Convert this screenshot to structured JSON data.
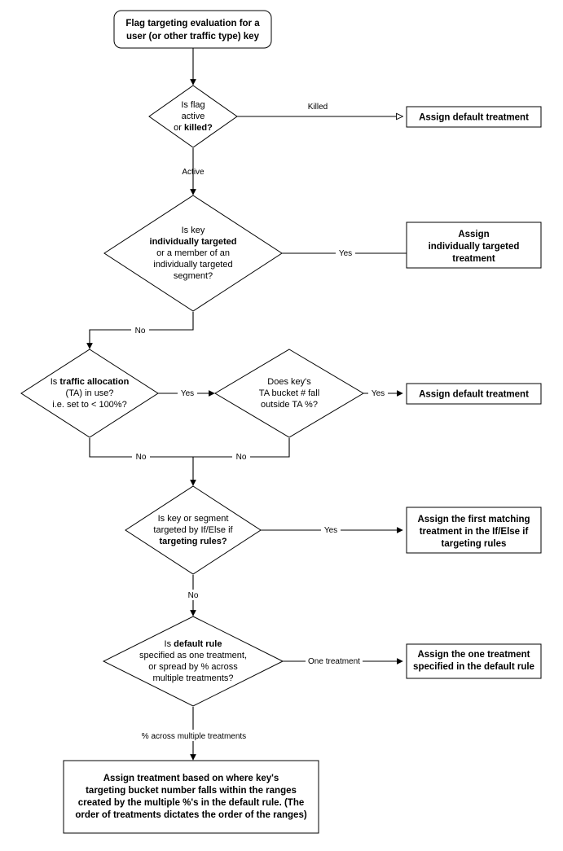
{
  "diagram": {
    "title": "Flag targeting evaluation flowchart",
    "type": "flowchart",
    "colors": {
      "background": "#ffffff",
      "stroke": "#000000",
      "fill": "#ffffff",
      "text": "#000000"
    }
  },
  "nodes": {
    "start": {
      "shape": "terminator",
      "lines": [
        "Flag targeting evaluation for a",
        "user (or other traffic type) key"
      ]
    },
    "decision_active_killed": {
      "shape": "diamond",
      "lines": [
        "Is flag",
        "active",
        "or killed?"
      ],
      "bold_lines": [
        2
      ]
    },
    "assign_default_killed": {
      "shape": "rect",
      "lines": [
        "Assign default treatment"
      ]
    },
    "decision_individually_targeted": {
      "shape": "diamond",
      "lines": [
        "Is key",
        "individually targeted",
        "or a member of an",
        "individually targeted",
        "segment?"
      ],
      "bold_lines": [
        1
      ]
    },
    "assign_individually_targeted": {
      "shape": "rect",
      "lines": [
        "Assign",
        "individually targeted",
        "treatment"
      ]
    },
    "decision_traffic_allocation": {
      "shape": "diamond",
      "lines": [
        "Is traffic allocation",
        "(TA) in use?",
        "i.e. set to < 100%?"
      ],
      "bold_lines": []
    },
    "decision_ta_bucket": {
      "shape": "diamond",
      "lines": [
        "Does key's",
        "TA bucket # fall",
        "outside TA %?"
      ],
      "bold_lines": []
    },
    "assign_default_ta": {
      "shape": "rect",
      "lines": [
        "Assign default treatment"
      ]
    },
    "decision_ifelse_rules": {
      "shape": "diamond",
      "lines": [
        "Is key or segment",
        "targeted by If/Else if",
        "targeting rules?"
      ],
      "bold_lines": [
        2
      ]
    },
    "assign_first_matching": {
      "shape": "rect",
      "lines": [
        "Assign the first matching",
        "treatment in the If/Else if",
        "targeting rules"
      ]
    },
    "decision_default_rule": {
      "shape": "diamond",
      "lines": [
        "Is default rule",
        "specified as one treatment,",
        "or spread by % across",
        "multiple treatments?"
      ],
      "bold_lines": [
        0
      ]
    },
    "assign_one_treatment": {
      "shape": "rect",
      "lines": [
        "Assign the one treatment",
        "specified in the default rule"
      ]
    },
    "assign_bucket_ranges": {
      "shape": "rect",
      "lines": [
        "Assign treatment based on where key's",
        "targeting bucket number falls within the ranges",
        "created by the multiple %'s in the default rule. (The",
        "order of treatments dictates the order of the ranges)"
      ]
    }
  },
  "edges": [
    {
      "id": "e-start-active",
      "from": "start",
      "to": "decision_active_killed",
      "label": ""
    },
    {
      "id": "e-killed",
      "from": "decision_active_killed",
      "to": "assign_default_killed",
      "label": "Killed"
    },
    {
      "id": "e-active",
      "from": "decision_active_killed",
      "to": "decision_individually_targeted",
      "label": "Active"
    },
    {
      "id": "e-indiv-yes",
      "from": "decision_individually_targeted",
      "to": "assign_individually_targeted",
      "label": "Yes"
    },
    {
      "id": "e-indiv-no",
      "from": "decision_individually_targeted",
      "to": "decision_traffic_allocation",
      "label": "No"
    },
    {
      "id": "e-ta-yes",
      "from": "decision_traffic_allocation",
      "to": "decision_ta_bucket",
      "label": "Yes"
    },
    {
      "id": "e-ta-no",
      "from": "decision_traffic_allocation",
      "to": "decision_ifelse_rules",
      "label": "No"
    },
    {
      "id": "e-bucket-yes",
      "from": "decision_ta_bucket",
      "to": "assign_default_ta",
      "label": "Yes"
    },
    {
      "id": "e-bucket-no",
      "from": "decision_ta_bucket",
      "to": "decision_ifelse_rules",
      "label": "No"
    },
    {
      "id": "e-rules-yes",
      "from": "decision_ifelse_rules",
      "to": "assign_first_matching",
      "label": "Yes"
    },
    {
      "id": "e-rules-no",
      "from": "decision_ifelse_rules",
      "to": "decision_default_rule",
      "label": "No"
    },
    {
      "id": "e-default-one",
      "from": "decision_default_rule",
      "to": "assign_one_treatment",
      "label": "One treatment"
    },
    {
      "id": "e-default-multi",
      "from": "decision_default_rule",
      "to": "assign_bucket_ranges",
      "label": "% across multiple treatments"
    }
  ]
}
